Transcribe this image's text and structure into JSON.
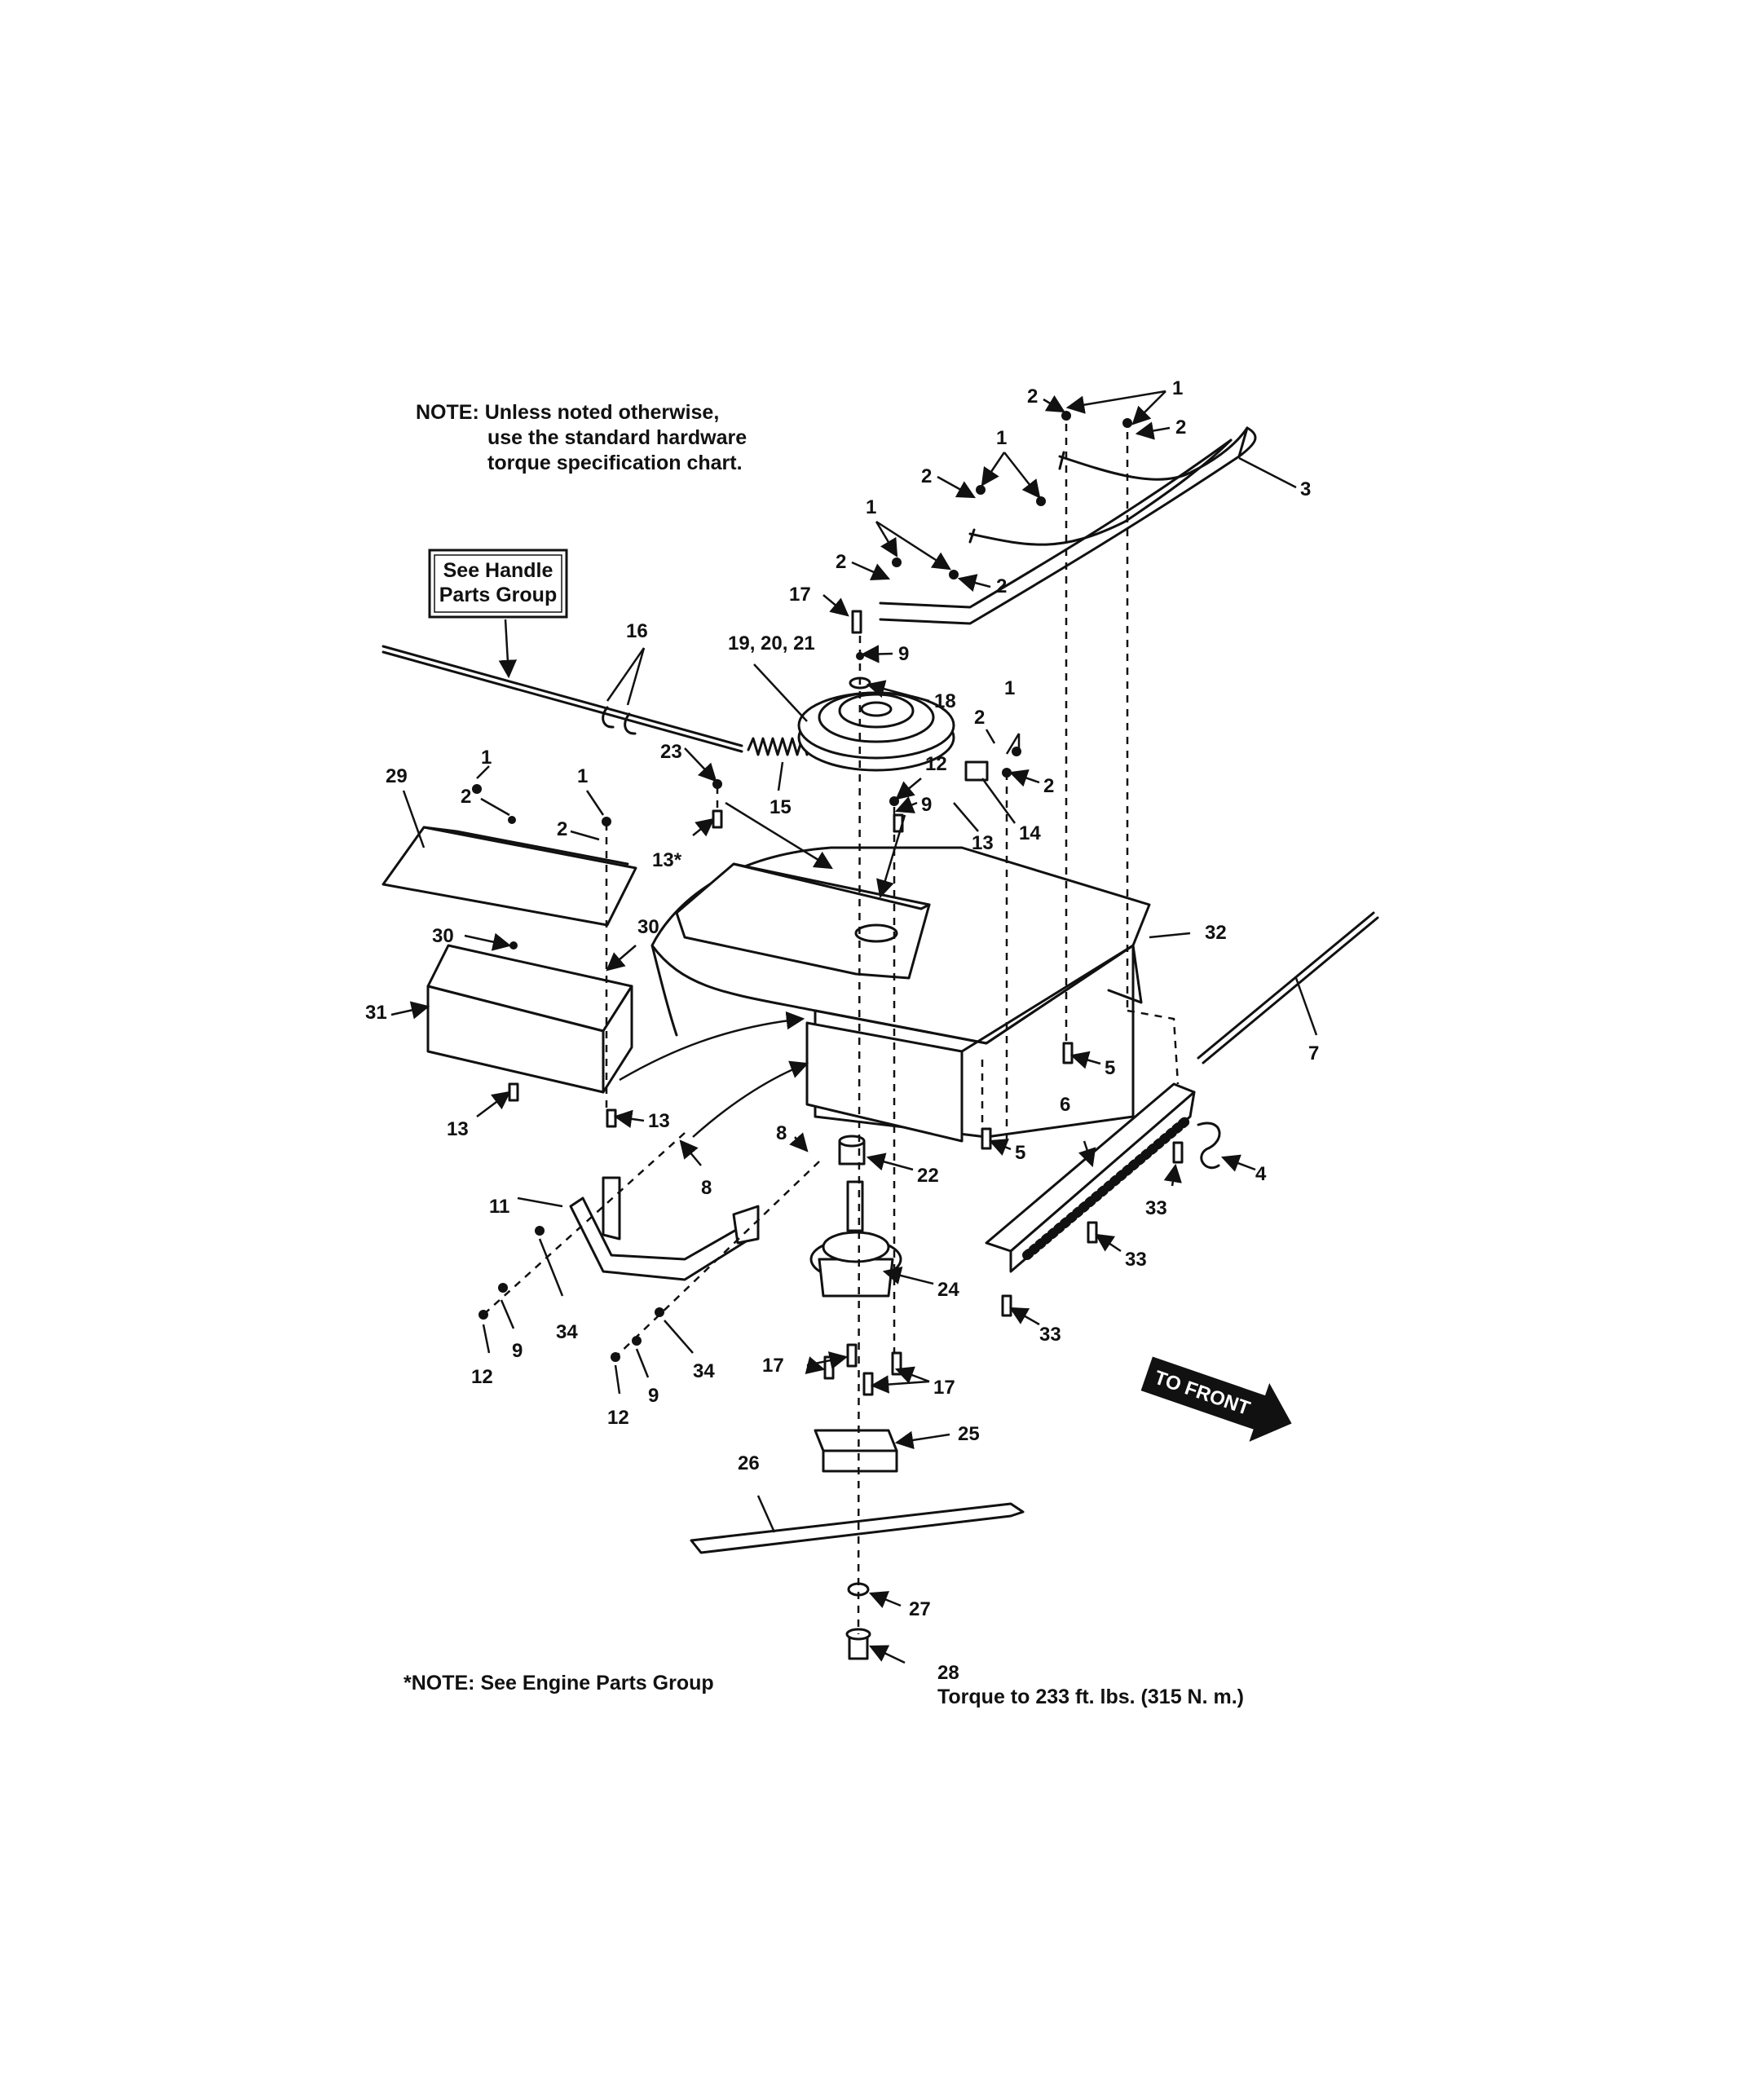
{
  "notes": {
    "top": [
      "NOTE: Unless noted otherwise,",
      "use the standard hardware",
      "torque specification chart."
    ],
    "engine": "*NOTE: See Engine Parts Group",
    "torque": "Torque to 233 ft. lbs. (315 N. m.)"
  },
  "boxes": {
    "handle_group": [
      "See Handle",
      "Parts Group"
    ],
    "to_front": "TO FRONT"
  },
  "callouts": [
    "1",
    "2",
    "3",
    "4",
    "5",
    "6",
    "7",
    "8",
    "9",
    "11",
    "12",
    "13",
    "13*",
    "14",
    "15",
    "16",
    "17",
    "18",
    "19, 20, 21",
    "22",
    "23",
    "24",
    "25",
    "26",
    "27",
    "28",
    "29",
    "30",
    "31",
    "32",
    "33",
    "34"
  ]
}
